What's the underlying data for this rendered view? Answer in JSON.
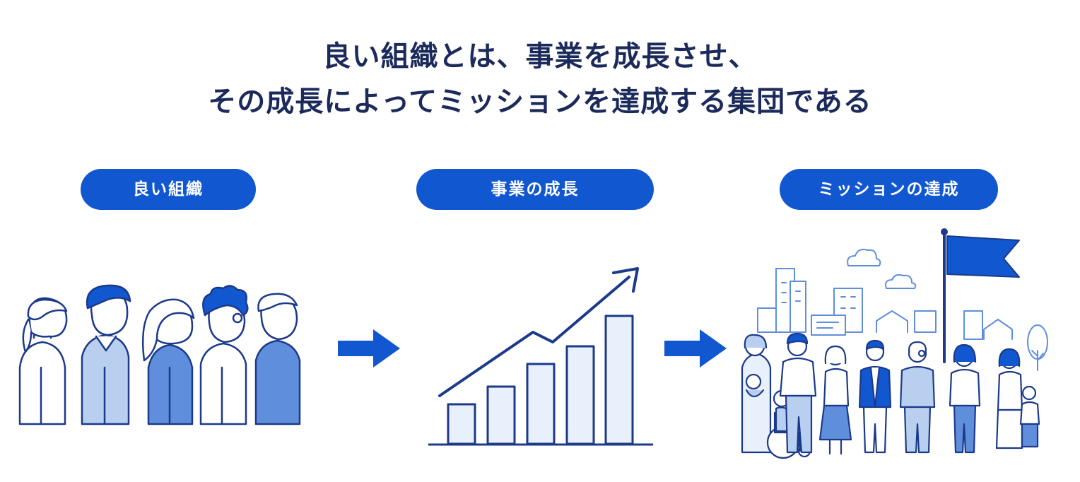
{
  "headline": {
    "line1": "良い組織とは、事業を成長させ、",
    "line2": "その成長によってミッションを達成する集団である"
  },
  "steps": [
    {
      "label": "良い組織"
    },
    {
      "label": "事業の成長"
    },
    {
      "label": "ミッションの達成"
    }
  ],
  "colors": {
    "primary": "#1157d0",
    "heading": "#1b2a5a",
    "outline": "#1c3a8a",
    "light_fill": "#e8f0fb",
    "mid_fill": "#b9cfef",
    "accent_fill": "#5f8fdc"
  },
  "icons": [
    "arrow-right-icon",
    "growth-arrow-icon",
    "flag-icon",
    "cloud-icon",
    "tree-icon",
    "wheelchair-icon"
  ]
}
